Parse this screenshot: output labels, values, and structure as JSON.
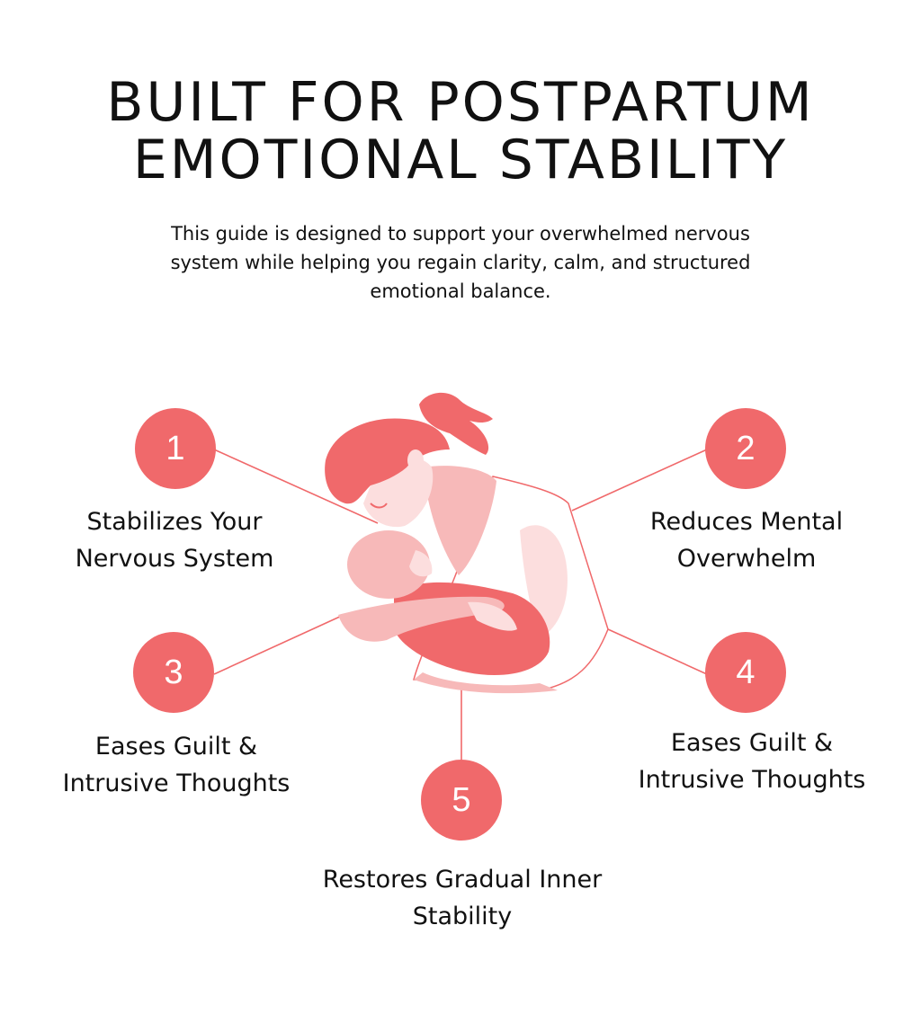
{
  "title": {
    "line1": "BUILT FOR POSTPARTUM",
    "line2": "EMOTIONAL STABILITY"
  },
  "subtitle": "This guide is designed to support your overwhelmed nervous system while helping you regain clarity, calm, and structured emotional balance.",
  "colors": {
    "accent": "#f0696b",
    "light_pink": "#f7b9b9",
    "pale_pink": "#fcdede",
    "line": "#f0696b",
    "text": "#111111"
  },
  "illustration": "mother-holding-baby",
  "points": [
    {
      "number": "1",
      "line1": "Stabilizes Your",
      "line2": "Nervous System"
    },
    {
      "number": "2",
      "line1": "Reduces Mental",
      "line2": "Overwhelm"
    },
    {
      "number": "3",
      "line1": "Eases Guilt &",
      "line2": "Intrusive Thoughts"
    },
    {
      "number": "4",
      "line1": "Eases Guilt &",
      "line2": "Intrusive Thoughts"
    },
    {
      "number": "5",
      "line1": "Restores Gradual Inner",
      "line2": "Stability"
    }
  ]
}
